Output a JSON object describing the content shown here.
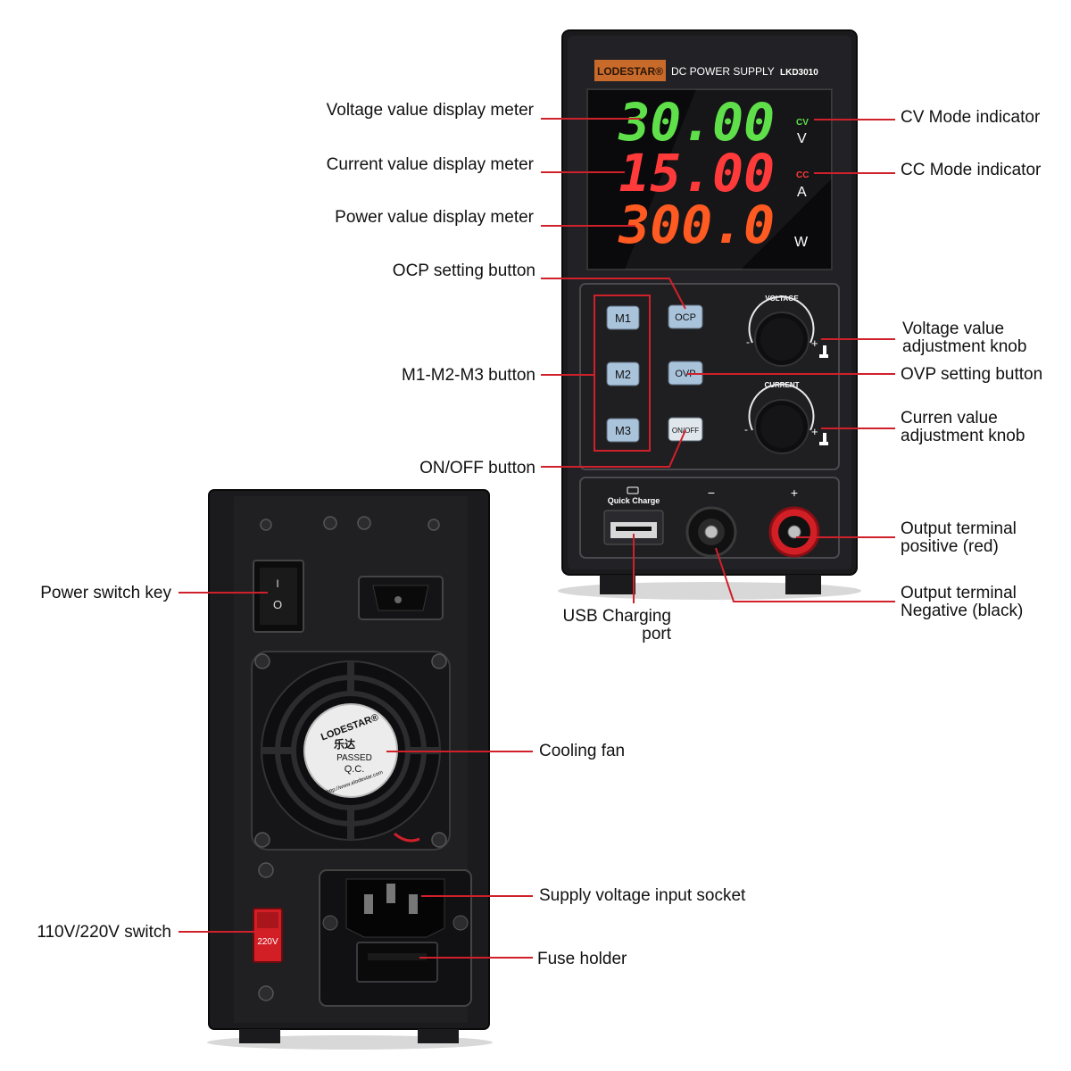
{
  "front": {
    "brand": "LODESTAR®",
    "product": "DC POWER SUPPLY",
    "model": "LKD3010",
    "voltage_reading": "30.00",
    "voltage_unit": "V",
    "cv_label": "CV",
    "current_reading": "15.00",
    "current_unit": "A",
    "cc_label": "CC",
    "power_reading": "300.0",
    "power_unit": "W",
    "buttons": {
      "m1": "M1",
      "m2": "M2",
      "m3": "M3",
      "ocp": "OCP",
      "ovp": "OVP",
      "onoff": "ON/OFF"
    },
    "voltage_knob_label": "VOLTAGE",
    "current_knob_label": "CURRENT",
    "quick_charge": "Quick Charge",
    "minus": "−",
    "plus": "+",
    "knob_minus": "-",
    "knob_plus": "+"
  },
  "back": {
    "switch_on": "I",
    "switch_off": "O",
    "voltage_selector": "220V",
    "fan_brand": "LODESTAR®",
    "fan_cn": "乐达",
    "fan_passed": "PASSED",
    "fan_qc": "Q.C.",
    "fan_url": "http://www.elodestar.com"
  },
  "labels": {
    "voltage_meter": "Voltage value display meter",
    "current_meter": "Current value display meter",
    "power_meter": "Power value display meter",
    "ocp": "OCP setting button",
    "m_buttons": "M1-M2-M3 button",
    "onoff": "ON/OFF button",
    "cv": "CV Mode indicator",
    "cc": "CC Mode indicator",
    "voltage_knob_1": "Voltage value",
    "voltage_knob_2": "adjustment knob",
    "ovp": "OVP setting button",
    "current_knob_1": "Curren value",
    "current_knob_2": "adjustment knob",
    "pos_1": "Output terminal",
    "pos_2": "positive (red)",
    "neg_1": "Output terminal",
    "neg_2": "Negative (black)",
    "usb_1": "USB Charging",
    "usb_2": "port",
    "power_switch": "Power switch key",
    "fan": "Cooling fan",
    "socket": "Supply voltage input socket",
    "fuse": "Fuse holder",
    "voltage_switch": "110V/220V switch"
  },
  "colors": {
    "accent_line": "#d0202a",
    "display_green": "#5fe04a",
    "display_red": "#ff3a3a",
    "brand_badge": "#c86a2a"
  }
}
